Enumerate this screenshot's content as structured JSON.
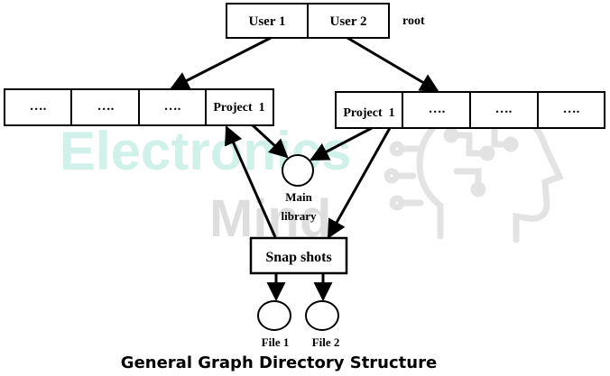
{
  "watermark": {
    "line1": "Electronics",
    "line2": "Mind",
    "colors": {
      "line1": "#c8efe6",
      "line2": "#d9d9d9",
      "head": "#e0e0e0"
    },
    "icon": "brain-head-circuit-icon"
  },
  "root_node": {
    "cells": [
      "User 1",
      "User 2"
    ],
    "label": "root"
  },
  "left_dir": {
    "cells": [
      "….",
      "….",
      "….",
      "Project  1"
    ]
  },
  "right_dir": {
    "cells": [
      "Project  1",
      "….",
      "….",
      "…."
    ]
  },
  "main_library": {
    "line1": "Main",
    "line2": "library"
  },
  "snapshots": {
    "label": "Snap shots"
  },
  "files": [
    "File 1",
    "File 2"
  ],
  "caption": "General Graph Directory Structure",
  "colors": {
    "stroke": "#000000",
    "background": "#ffffff"
  }
}
